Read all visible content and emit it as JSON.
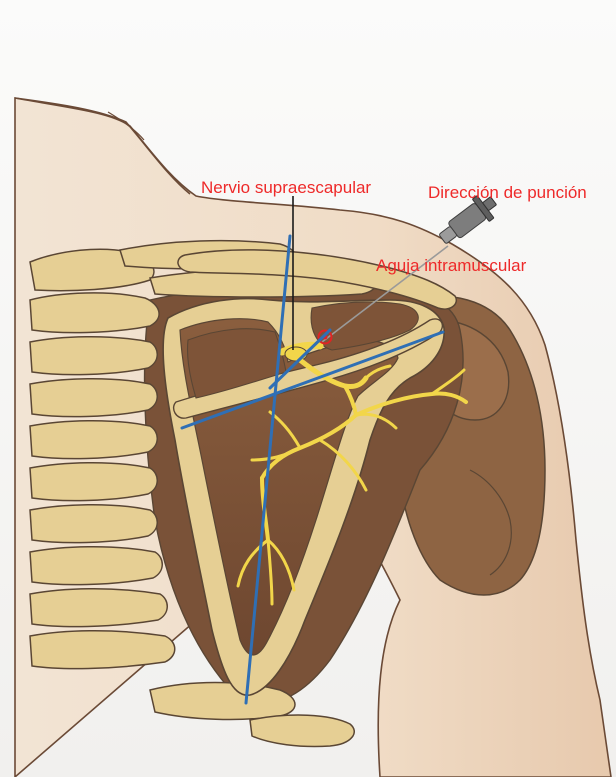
{
  "labels": {
    "nerve": "Nervio supraescapular",
    "direction": "Dirección de punción",
    "needle": "Aguja intramuscular"
  },
  "colors": {
    "label_text": "#ee2a2a",
    "axis_lines": "#2f6fb5",
    "nerve": "#f2d64a",
    "bone": "#e7cf92",
    "bone_outline": "#5a4634",
    "skin": "#f1e2d2",
    "muscle_dark": "#7c5338",
    "muscle_mid": "#8e6443",
    "background": "#f6f6f4"
  }
}
